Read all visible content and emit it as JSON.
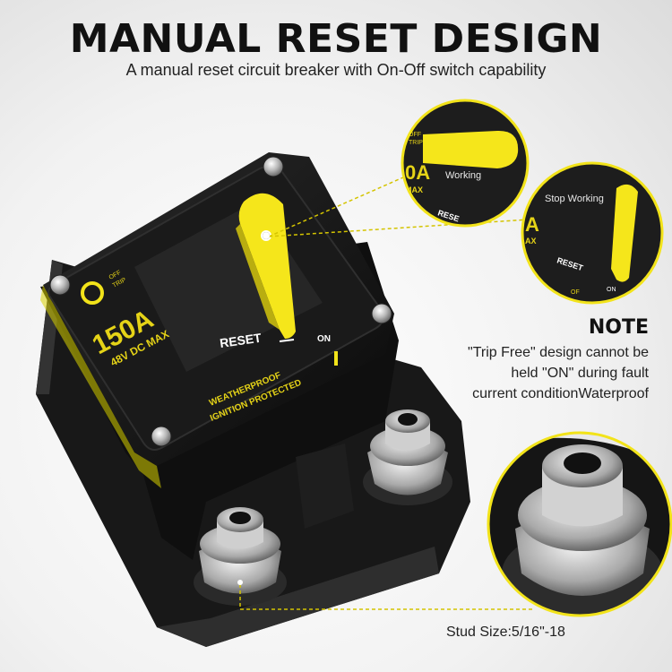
{
  "title": "MANUAL RESET DESIGN",
  "subtitle": "A manual reset circuit breaker with On-Off switch capability",
  "breaker": {
    "off_label": "OFF",
    "trip_label": "TRIP",
    "rating": "150A",
    "voltage": "48V DC MAX",
    "reset_label": "RESET",
    "on_label": "ON",
    "protection_line1": "WEATHERPROOF",
    "protection_line2": "IGNITION PROTECTED"
  },
  "callout_working": {
    "off_label": "OFF",
    "trip_label": "TRIP",
    "rating_fragment": "0A",
    "voltage_fragment": "MAX",
    "state": "Working",
    "reset_fragment": "RESE"
  },
  "callout_stop": {
    "state": "Stop Working",
    "rating_fragment": "A",
    "voltage_fragment": "AX",
    "reset_label": "RESET",
    "off_fragment": "OF",
    "on_label": "ON"
  },
  "note": {
    "heading": "NOTE",
    "body": "\"Trip Free\" design cannot be held \"ON\" during fault current conditionWaterproof"
  },
  "stud": {
    "label": "Stud Size:5/16\"-18"
  },
  "colors": {
    "accent_yellow": "#f5e61b",
    "housing": "#141414",
    "text_yellow": "#e5d317"
  }
}
